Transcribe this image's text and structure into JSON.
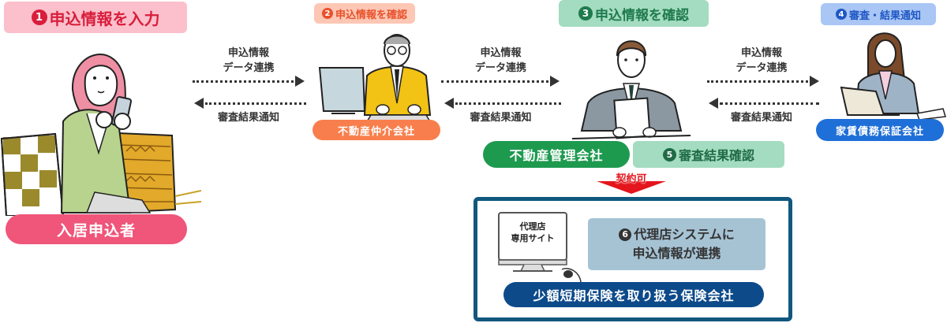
{
  "steps": {
    "step1": {
      "num": "1",
      "label": "申込情報を入力",
      "bg": "#fbc0cc",
      "fg": "#d81e3c"
    },
    "step2": {
      "num": "2",
      "label": "申込情報を確認",
      "bg": "#fcc7b5",
      "fg": "#e8512a"
    },
    "step3": {
      "num": "3",
      "label": "申込情報を確認",
      "bg": "#a3dcc0",
      "fg": "#1f7a4d"
    },
    "step4": {
      "num": "4",
      "label": "審査・結果通知",
      "bg": "#a9c6f4",
      "fg": "#1f57c4"
    },
    "step5": {
      "num": "5",
      "label": "審査結果確認",
      "bg": "#a3dcc0",
      "fg": "#1f6b45"
    },
    "step6": {
      "num": "6",
      "line1": "代理店システムに",
      "line2": "申込情報が連携",
      "bg": "#a6c3d4",
      "fg": "#333333"
    }
  },
  "actors": {
    "applicant": {
      "label": "入居申込者",
      "color": "#f0557a"
    },
    "broker": {
      "label": "不動産仲介会社",
      "color": "#f87f4d"
    },
    "manager": {
      "label": "不動産管理会社",
      "color": "#1e9a4f"
    },
    "guarantor": {
      "label": "家賃債務保証会社",
      "color": "#1f6fd8"
    },
    "insurer": {
      "label": "少額短期保険を取り扱う保険会社",
      "color": "#0d4a8a"
    }
  },
  "flows": [
    {
      "forward_line1": "申込情報",
      "forward_line2": "データ連携",
      "back": "審査結果通知"
    },
    {
      "forward_line1": "申込情報",
      "forward_line2": "データ連携",
      "back": "審査結果通知"
    },
    {
      "forward_line1": "申込情報",
      "forward_line2": "データ連携",
      "back": "審査結果通知"
    }
  ],
  "approval": {
    "label": "契約可",
    "color": "#e4151c"
  },
  "agency_site": {
    "line1": "代理店",
    "line2": "専用サイト"
  },
  "colors": {
    "insurer_frame": "#11577e"
  }
}
